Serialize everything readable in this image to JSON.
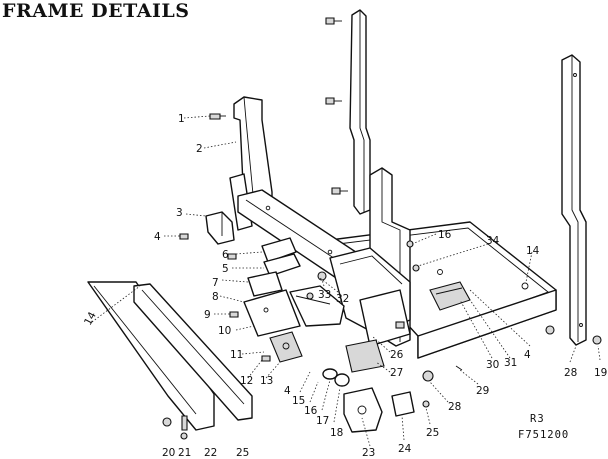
{
  "title": "FRAME DETAILS",
  "callouts": [
    "1",
    "2",
    "3",
    "4",
    "6",
    "5",
    "7",
    "8",
    "9",
    "10",
    "11",
    "12",
    "13",
    "4",
    "15",
    "16",
    "17",
    "18",
    "23",
    "24",
    "25",
    "33",
    "32",
    "26",
    "27",
    "28",
    "29",
    "30",
    "31",
    "4",
    "16",
    "34",
    "14",
    "28",
    "19",
    "20",
    "21",
    "22",
    "25"
  ],
  "edge_label": "14",
  "drawing_codes": {
    "rev": "R3",
    "number": "F751200"
  }
}
